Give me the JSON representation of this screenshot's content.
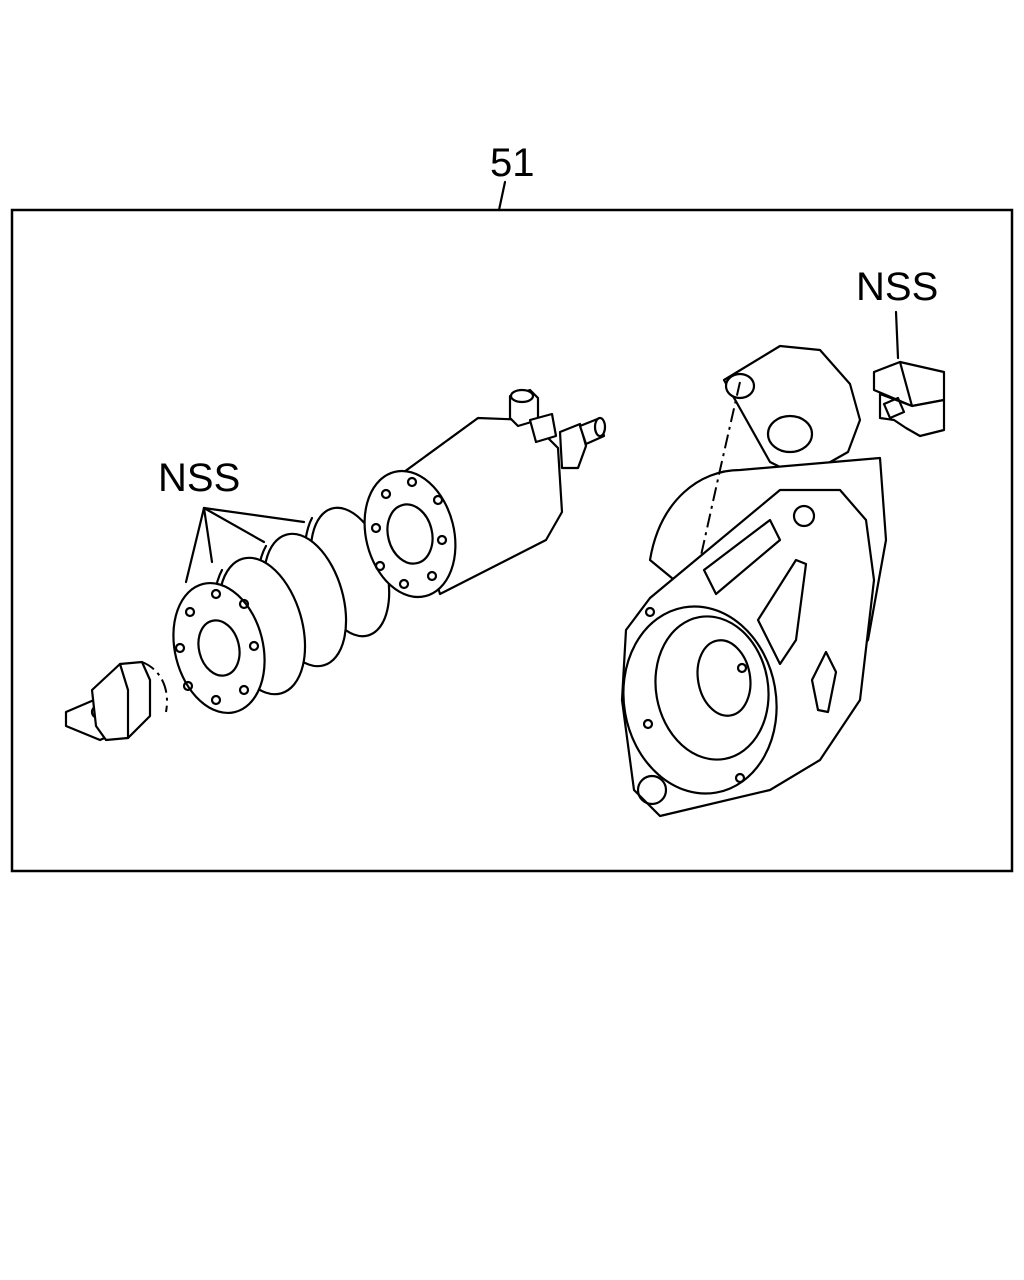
{
  "labels": {
    "assembly_number": "51",
    "nss_left": "NSS",
    "nss_right": "NSS"
  },
  "colors": {
    "line": "#000000",
    "background": "#ffffff"
  }
}
